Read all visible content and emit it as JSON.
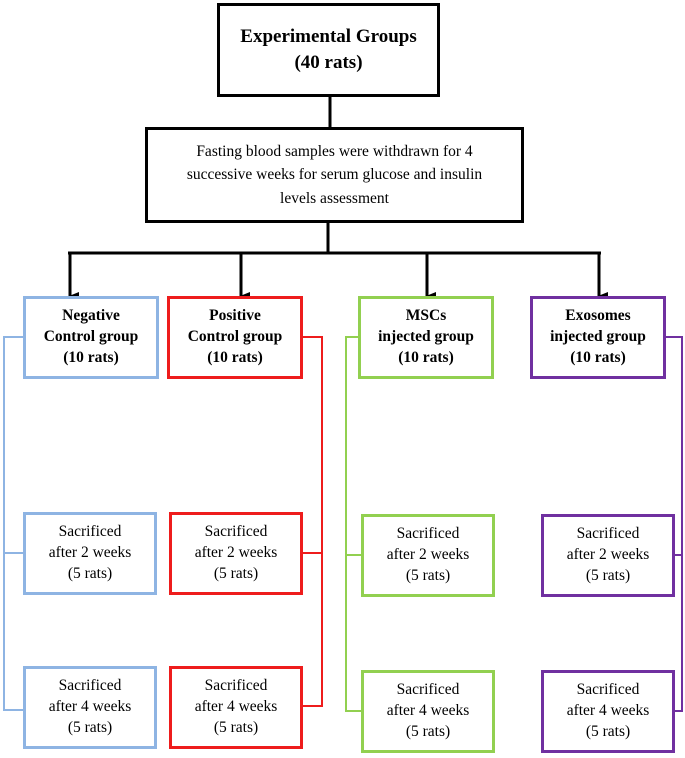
{
  "colors": {
    "negative": "#8eb4e3",
    "positive": "#ee1c1c",
    "mscs": "#92d050",
    "exosomes": "#7030a0",
    "root": "#000000"
  },
  "top": {
    "line1": "Experimental Groups",
    "line2": "(40 rats)"
  },
  "info": {
    "line1": "Fasting blood samples were withdrawn for 4",
    "line2": "successive weeks for serum glucose and insulin",
    "line3": "levels assessment"
  },
  "groups": [
    {
      "key": "negative",
      "line1": "Negative",
      "line2": "Control group",
      "line3": "(10 rats)"
    },
    {
      "key": "positive",
      "line1": "Positive",
      "line2": "Control group",
      "line3": "(10 rats)"
    },
    {
      "key": "mscs",
      "line1": "MSCs",
      "line2": "injected group",
      "line3": "(10 rats)"
    },
    {
      "key": "exosomes",
      "line1": "Exosomes",
      "line2": "injected group",
      "line3": "(10 rats)"
    }
  ],
  "sacrifices": [
    {
      "key": "negative",
      "week2": {
        "line1": "Sacrificed",
        "line2": "after 2 weeks",
        "line3": "(5 rats)"
      },
      "week4": {
        "line1": "Sacrificed",
        "line2": "after 4 weeks",
        "line3": "(5 rats)"
      }
    },
    {
      "key": "positive",
      "week2": {
        "line1": "Sacrificed",
        "line2": "after 2 weeks",
        "line3": "(5 rats)"
      },
      "week4": {
        "line1": "Sacrificed",
        "line2": "after 4 weeks",
        "line3": "(5 rats)"
      }
    },
    {
      "key": "mscs",
      "week2": {
        "line1": "Sacrificed",
        "line2": "after 2 weeks",
        "line3": "(5 rats)"
      },
      "week4": {
        "line1": "Sacrificed",
        "line2": "after 4 weeks",
        "line3": "(5 rats)"
      }
    },
    {
      "key": "exosomes",
      "week2": {
        "line1": "Sacrificed",
        "line2": "after 2 weeks",
        "line3": "(5 rats)"
      },
      "week4": {
        "line1": "Sacrificed",
        "line2": "after 4 weeks",
        "line3": "(5 rats)"
      }
    }
  ]
}
